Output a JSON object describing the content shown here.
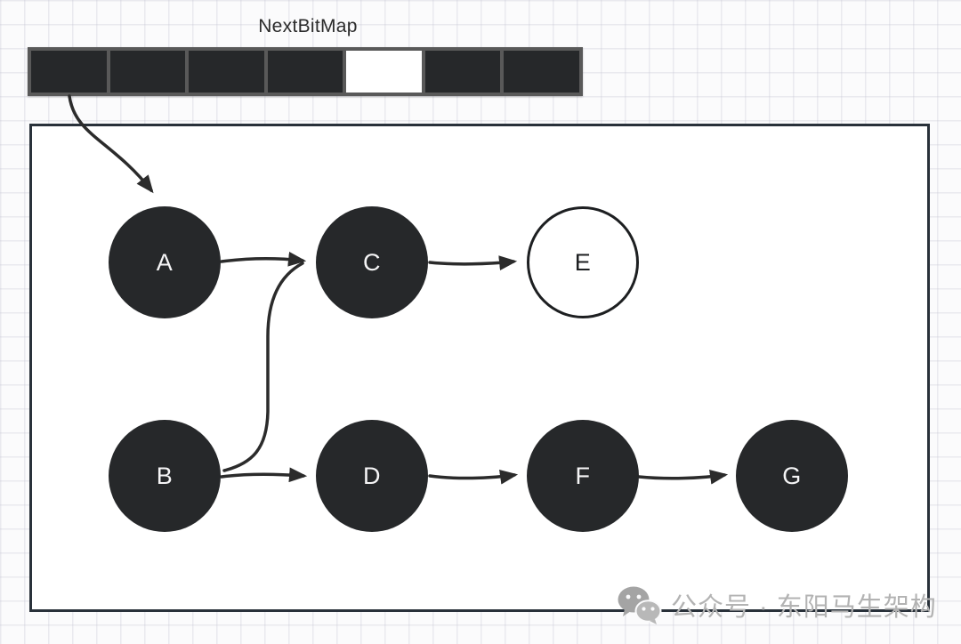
{
  "diagram": {
    "title": "NextBitMap",
    "bitmap": {
      "name": "NextBitMap",
      "cells": [
        {
          "index": 0,
          "state": "filled"
        },
        {
          "index": 1,
          "state": "filled"
        },
        {
          "index": 2,
          "state": "filled"
        },
        {
          "index": 3,
          "state": "filled"
        },
        {
          "index": 4,
          "state": "empty"
        },
        {
          "index": 5,
          "state": "filled"
        },
        {
          "index": 6,
          "state": "filled"
        }
      ]
    },
    "nodes": [
      {
        "id": "A",
        "label": "A",
        "variant": "filled"
      },
      {
        "id": "C",
        "label": "C",
        "variant": "filled"
      },
      {
        "id": "E",
        "label": "E",
        "variant": "empty"
      },
      {
        "id": "B",
        "label": "B",
        "variant": "filled"
      },
      {
        "id": "D",
        "label": "D",
        "variant": "filled"
      },
      {
        "id": "F",
        "label": "F",
        "variant": "filled"
      },
      {
        "id": "G",
        "label": "G",
        "variant": "filled"
      }
    ],
    "edges": [
      {
        "from": "NextBitMap[0]",
        "to": "A"
      },
      {
        "from": "A",
        "to": "C"
      },
      {
        "from": "C",
        "to": "E"
      },
      {
        "from": "B",
        "to": "C"
      },
      {
        "from": "B",
        "to": "D"
      },
      {
        "from": "D",
        "to": "F"
      },
      {
        "from": "F",
        "to": "G"
      }
    ],
    "colors": {
      "node_fill": "#26282a",
      "node_text": "#f5f5f6",
      "empty_node_fill": "#ffffff",
      "node_outline": "#1d1f21",
      "frame_border": "#29313a",
      "bitmap_frame": "#595959",
      "arrow": "#2b2b2b",
      "watermark_text": "#b3b3b3"
    }
  },
  "watermark": {
    "icon": "wechat-icon",
    "text": "公众号 · 东阳马生架构"
  }
}
